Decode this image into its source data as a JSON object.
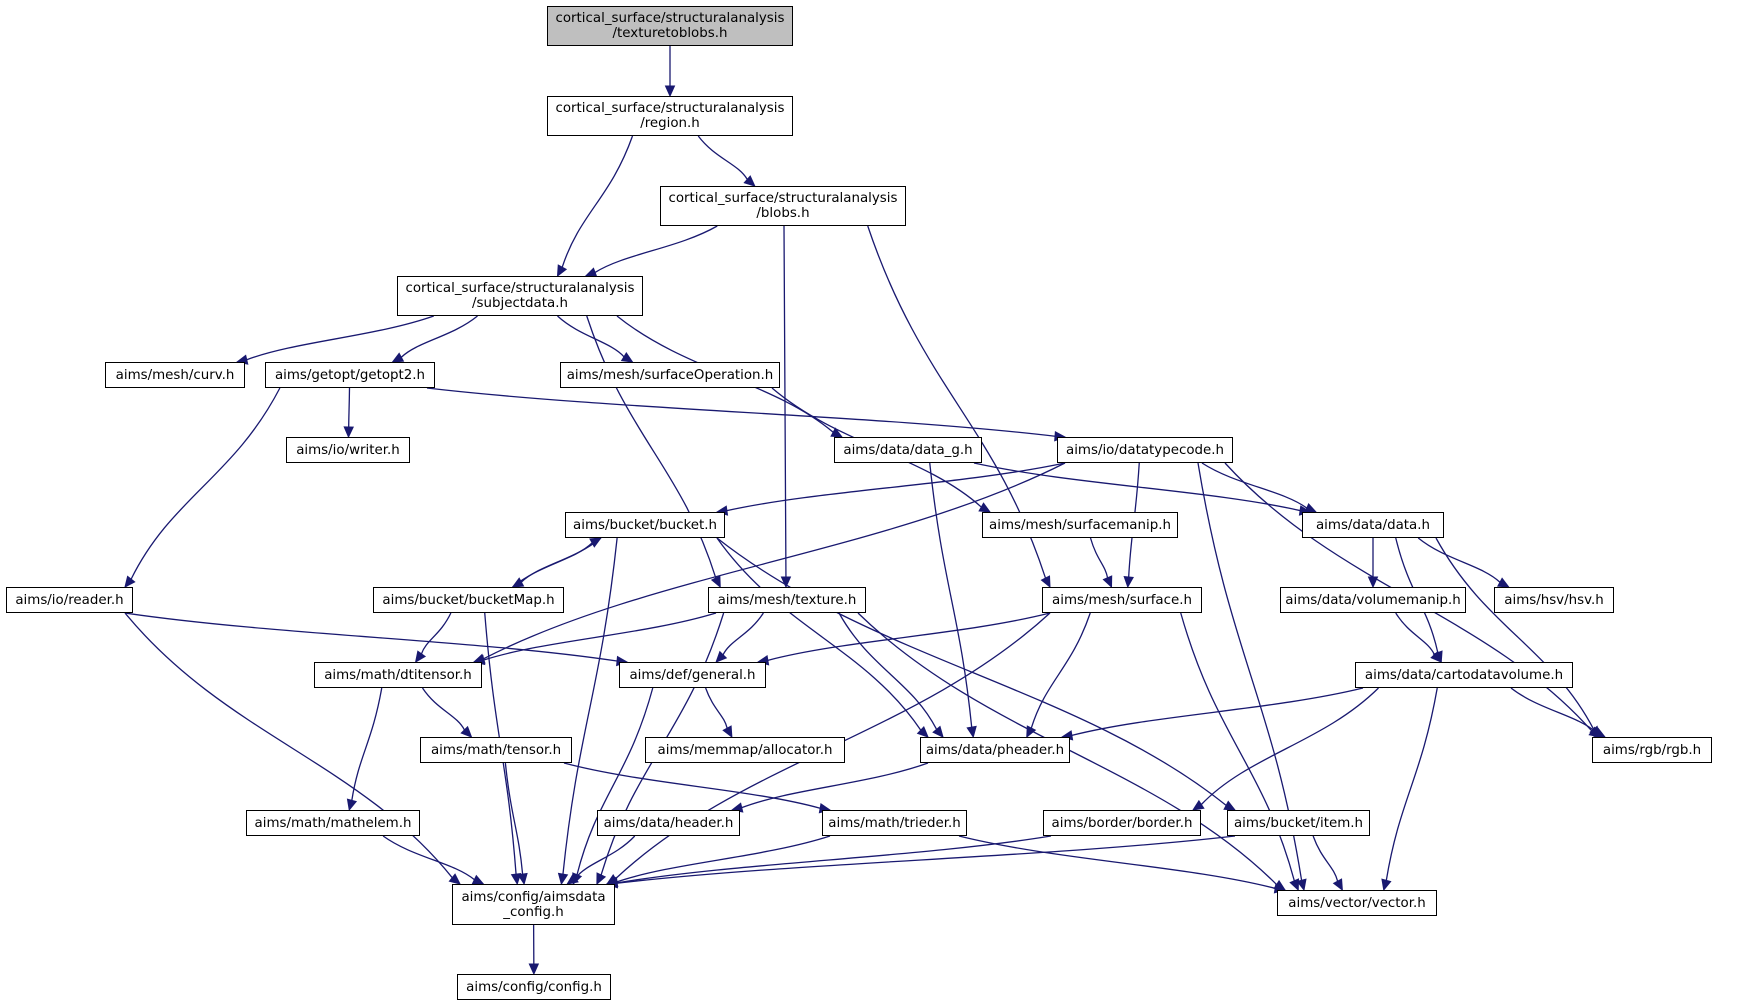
{
  "colors": {
    "edge": "#191970",
    "root_fill": "#bfbfbf",
    "node_fill": "#ffffff",
    "node_border": "#000000"
  },
  "nodes": {
    "texturetoblobs": {
      "lines": [
        "cortical_surface/structuralanalysis",
        "/texturetoblobs.h"
      ],
      "root": true
    },
    "region": {
      "lines": [
        "cortical_surface/structuralanalysis",
        "/region.h"
      ]
    },
    "blobs": {
      "lines": [
        "cortical_surface/structuralanalysis",
        "/blobs.h"
      ]
    },
    "subjectdata": {
      "lines": [
        "cortical_surface/structuralanalysis",
        "/subjectdata.h"
      ]
    },
    "curv": {
      "lines": [
        "aims/mesh/curv.h"
      ]
    },
    "getopt2": {
      "lines": [
        "aims/getopt/getopt2.h"
      ]
    },
    "surfaceOperation": {
      "lines": [
        "aims/mesh/surfaceOperation.h"
      ]
    },
    "writer": {
      "lines": [
        "aims/io/writer.h"
      ]
    },
    "data_g": {
      "lines": [
        "aims/data/data_g.h"
      ]
    },
    "datatypecode": {
      "lines": [
        "aims/io/datatypecode.h"
      ]
    },
    "bucket": {
      "lines": [
        "aims/bucket/bucket.h"
      ]
    },
    "surfacemanip": {
      "lines": [
        "aims/mesh/surfacemanip.h"
      ]
    },
    "data": {
      "lines": [
        "aims/data/data.h"
      ]
    },
    "reader": {
      "lines": [
        "aims/io/reader.h"
      ]
    },
    "bucketMap": {
      "lines": [
        "aims/bucket/bucketMap.h"
      ]
    },
    "texture": {
      "lines": [
        "aims/mesh/texture.h"
      ]
    },
    "surface": {
      "lines": [
        "aims/mesh/surface.h"
      ]
    },
    "volumemanip": {
      "lines": [
        "aims/data/volumemanip.h"
      ]
    },
    "hsv": {
      "lines": [
        "aims/hsv/hsv.h"
      ]
    },
    "dtitensor": {
      "lines": [
        "aims/math/dtitensor.h"
      ]
    },
    "general": {
      "lines": [
        "aims/def/general.h"
      ]
    },
    "cartodatavolume": {
      "lines": [
        "aims/data/cartodatavolume.h"
      ]
    },
    "tensor": {
      "lines": [
        "aims/math/tensor.h"
      ]
    },
    "allocator": {
      "lines": [
        "aims/memmap/allocator.h"
      ]
    },
    "pheader": {
      "lines": [
        "aims/data/pheader.h"
      ]
    },
    "rgb": {
      "lines": [
        "aims/rgb/rgb.h"
      ]
    },
    "mathelem": {
      "lines": [
        "aims/math/mathelem.h"
      ]
    },
    "header": {
      "lines": [
        "aims/data/header.h"
      ]
    },
    "trieder": {
      "lines": [
        "aims/math/trieder.h"
      ]
    },
    "border": {
      "lines": [
        "aims/border/border.h"
      ]
    },
    "item": {
      "lines": [
        "aims/bucket/item.h"
      ]
    },
    "aimsdata_config": {
      "lines": [
        "aims/config/aimsdata",
        "_config.h"
      ]
    },
    "vector": {
      "lines": [
        "aims/vector/vector.h"
      ]
    },
    "config": {
      "lines": [
        "aims/config/config.h"
      ]
    }
  },
  "edges": [
    [
      "texturetoblobs",
      "region"
    ],
    [
      "region",
      "subjectdata"
    ],
    [
      "region",
      "blobs"
    ],
    [
      "blobs",
      "subjectdata"
    ],
    [
      "blobs",
      "texture"
    ],
    [
      "blobs",
      "surface"
    ],
    [
      "subjectdata",
      "curv"
    ],
    [
      "subjectdata",
      "getopt2"
    ],
    [
      "subjectdata",
      "surfaceOperation"
    ],
    [
      "subjectdata",
      "data_g"
    ],
    [
      "subjectdata",
      "texture"
    ],
    [
      "getopt2",
      "writer"
    ],
    [
      "getopt2",
      "reader"
    ],
    [
      "getopt2",
      "datatypecode"
    ],
    [
      "surfaceOperation",
      "surfacemanip"
    ],
    [
      "data_g",
      "data"
    ],
    [
      "data_g",
      "pheader"
    ],
    [
      "datatypecode",
      "bucket"
    ],
    [
      "datatypecode",
      "dtitensor"
    ],
    [
      "datatypecode",
      "surface"
    ],
    [
      "datatypecode",
      "data"
    ],
    [
      "datatypecode",
      "rgb"
    ],
    [
      "datatypecode",
      "vector"
    ],
    [
      "bucket",
      "bucketMap"
    ],
    [
      "bucket",
      "pheader"
    ],
    [
      "bucket",
      "item"
    ],
    [
      "bucket",
      "aimsdata_config"
    ],
    [
      "bucketMap",
      "bucket"
    ],
    [
      "bucketMap",
      "dtitensor"
    ],
    [
      "bucketMap",
      "aimsdata_config"
    ],
    [
      "surfacemanip",
      "surface"
    ],
    [
      "data",
      "volumemanip"
    ],
    [
      "data",
      "hsv"
    ],
    [
      "data",
      "cartodatavolume"
    ],
    [
      "data",
      "rgb"
    ],
    [
      "reader",
      "general"
    ],
    [
      "reader",
      "aimsdata_config"
    ],
    [
      "texture",
      "dtitensor"
    ],
    [
      "texture",
      "general"
    ],
    [
      "texture",
      "pheader"
    ],
    [
      "texture",
      "aimsdata_config"
    ],
    [
      "texture",
      "vector"
    ],
    [
      "surface",
      "general"
    ],
    [
      "surface",
      "pheader"
    ],
    [
      "surface",
      "aimsdata_config"
    ],
    [
      "surface",
      "vector"
    ],
    [
      "volumemanip",
      "cartodatavolume"
    ],
    [
      "cartodatavolume",
      "pheader"
    ],
    [
      "cartodatavolume",
      "rgb"
    ],
    [
      "cartodatavolume",
      "border"
    ],
    [
      "cartodatavolume",
      "vector"
    ],
    [
      "dtitensor",
      "tensor"
    ],
    [
      "dtitensor",
      "mathelem"
    ],
    [
      "general",
      "allocator"
    ],
    [
      "general",
      "aimsdata_config"
    ],
    [
      "tensor",
      "trieder"
    ],
    [
      "tensor",
      "aimsdata_config"
    ],
    [
      "pheader",
      "header"
    ],
    [
      "mathelem",
      "aimsdata_config"
    ],
    [
      "header",
      "aimsdata_config"
    ],
    [
      "trieder",
      "aimsdata_config"
    ],
    [
      "trieder",
      "vector"
    ],
    [
      "border",
      "aimsdata_config"
    ],
    [
      "item",
      "aimsdata_config"
    ],
    [
      "item",
      "vector"
    ],
    [
      "aimsdata_config",
      "config"
    ]
  ]
}
